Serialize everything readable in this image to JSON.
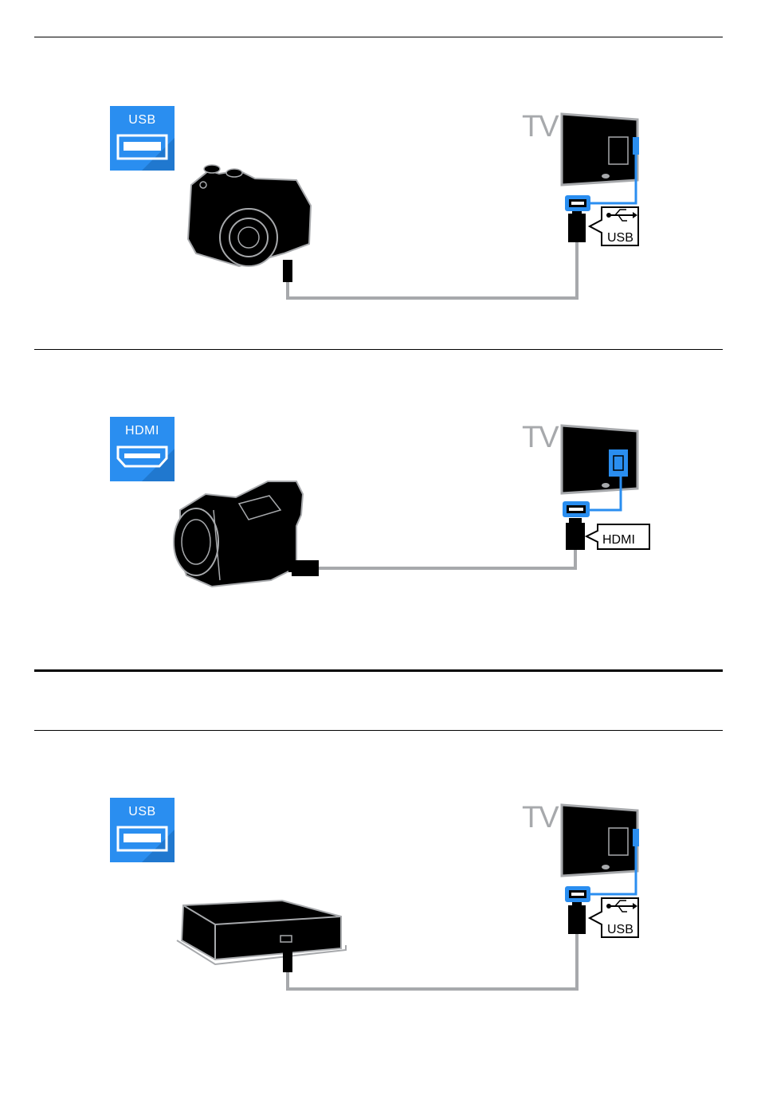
{
  "colors": {
    "badge_blue": "#2a8ef0",
    "cable_grey": "#a7a9ac",
    "tv_grey": "#a7a9ac",
    "device_black": "#000000"
  },
  "sections": [
    {
      "badge": {
        "label": "USB",
        "icon": "usb-port-icon"
      },
      "tv_label": "TV",
      "device": "camera-icon",
      "port_callout": {
        "label": "USB",
        "icon": "usb-trident-icon"
      }
    },
    {
      "badge": {
        "label": "HDMI",
        "icon": "hdmi-port-icon"
      },
      "tv_label": "TV",
      "device": "camcorder-icon",
      "port_callout": {
        "label": "HDMI"
      }
    },
    {
      "badge": {
        "label": "USB",
        "icon": "usb-port-icon"
      },
      "tv_label": "TV",
      "device": "hard-drive-icon",
      "port_callout": {
        "label": "USB",
        "icon": "usb-trident-icon"
      }
    }
  ]
}
